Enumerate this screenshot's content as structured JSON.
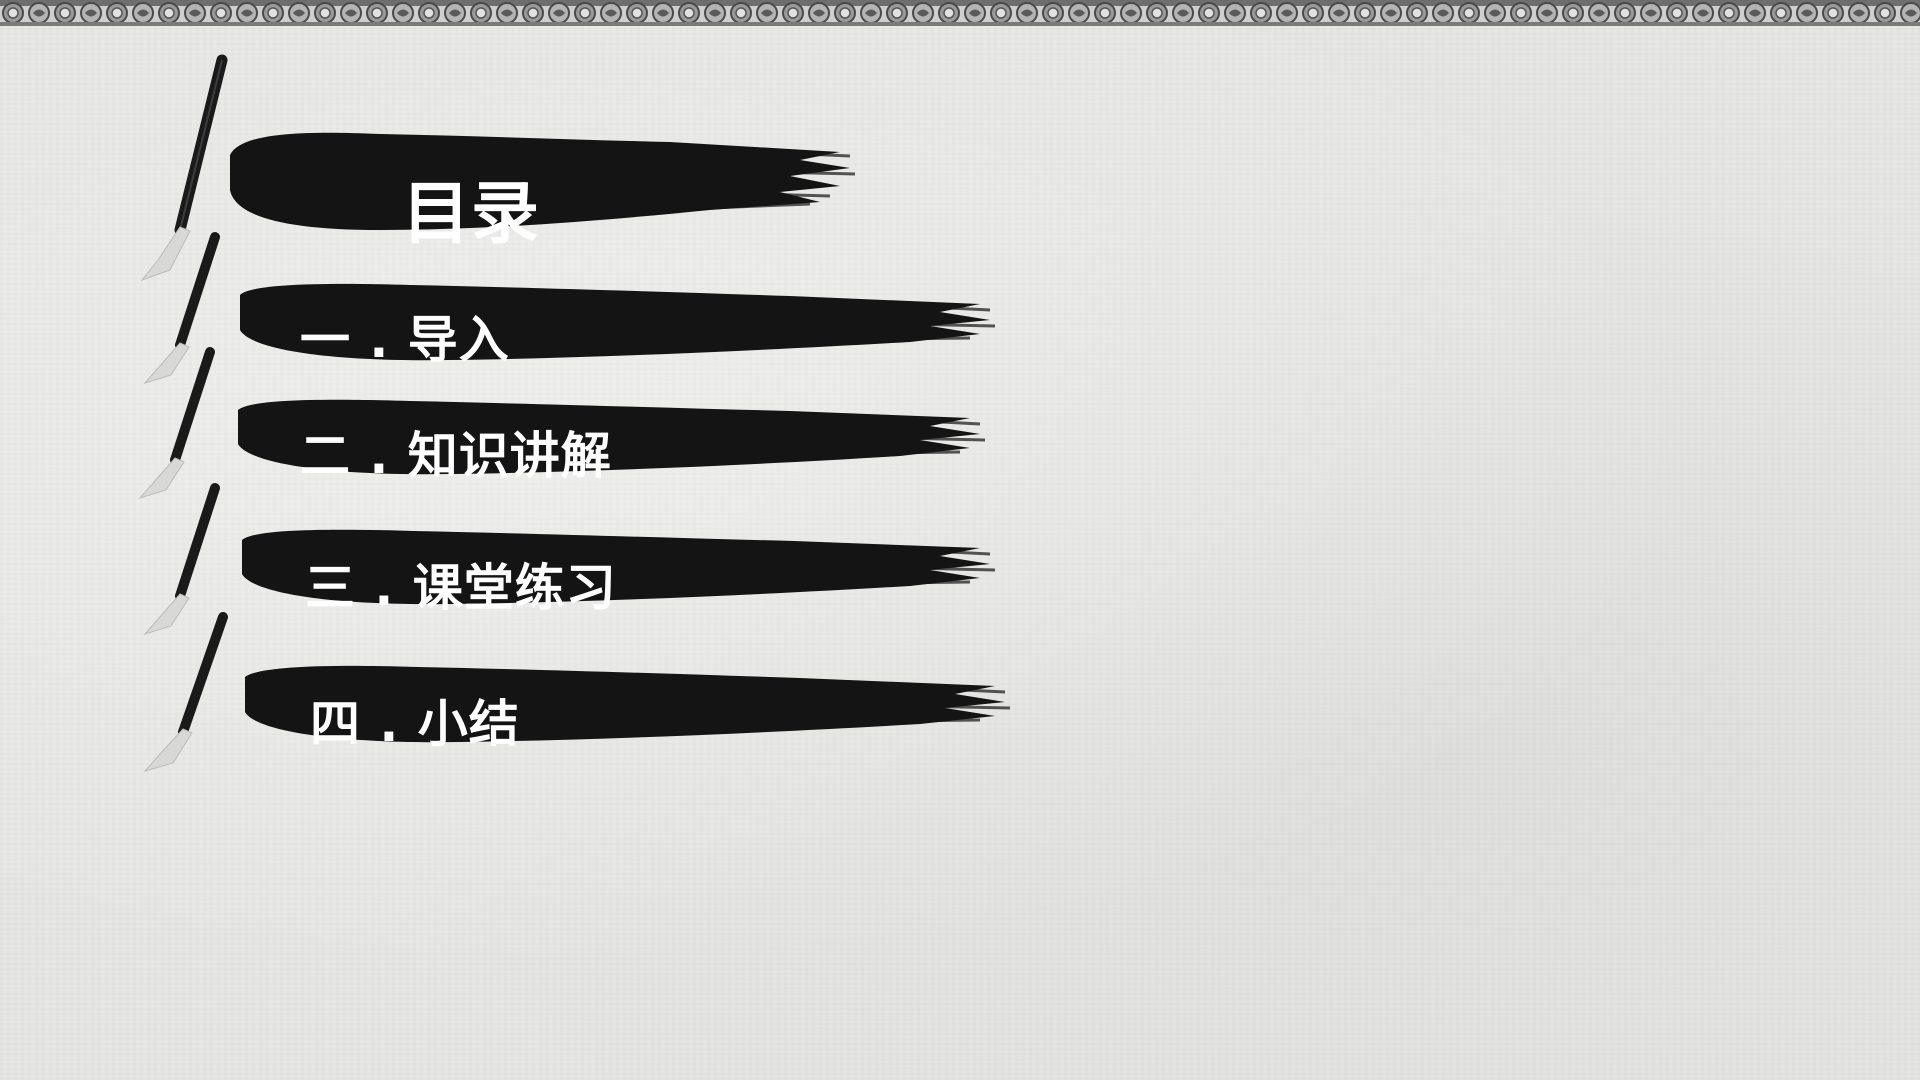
{
  "slide": {
    "title": "目录",
    "items": [
      {
        "label": "一 . 导入"
      },
      {
        "label": "二 . 知识讲解"
      },
      {
        "label": "三 . 课堂练习"
      },
      {
        "label": "四 . 小结"
      }
    ]
  },
  "colors": {
    "paper": "#e6e6e4",
    "ink": "#141414",
    "text": "#ffffff",
    "border": "#8c8c8c"
  },
  "icons": [
    "calligraphy-brush-icon",
    "ink-brush-stroke",
    "roof-tile-border"
  ]
}
